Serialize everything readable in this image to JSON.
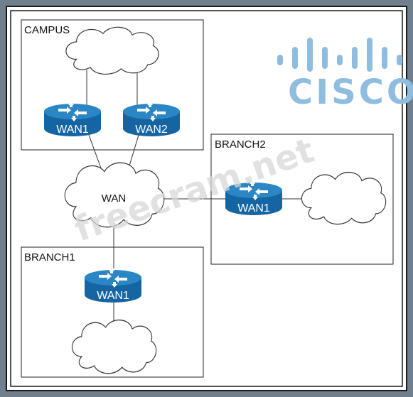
{
  "diagram": {
    "sites": {
      "campus": {
        "label": "CAMPUS",
        "routers": [
          "WAN1",
          "WAN2"
        ]
      },
      "branch2": {
        "label": "BRANCH2",
        "routers": [
          "WAN1"
        ]
      },
      "branch1": {
        "label": "BRANCH1",
        "routers": [
          "WAN1"
        ]
      }
    },
    "wan_cloud_label": "WAN"
  },
  "logo": {
    "wordmark": "CISCO",
    "color": "#8fbde0"
  },
  "watermark": {
    "text": "freecram.net"
  },
  "colors": {
    "router_top": "#2a86c4",
    "router_side": "#1565a3",
    "frame": "#1a1a1a",
    "background": "#6f7f8d"
  }
}
